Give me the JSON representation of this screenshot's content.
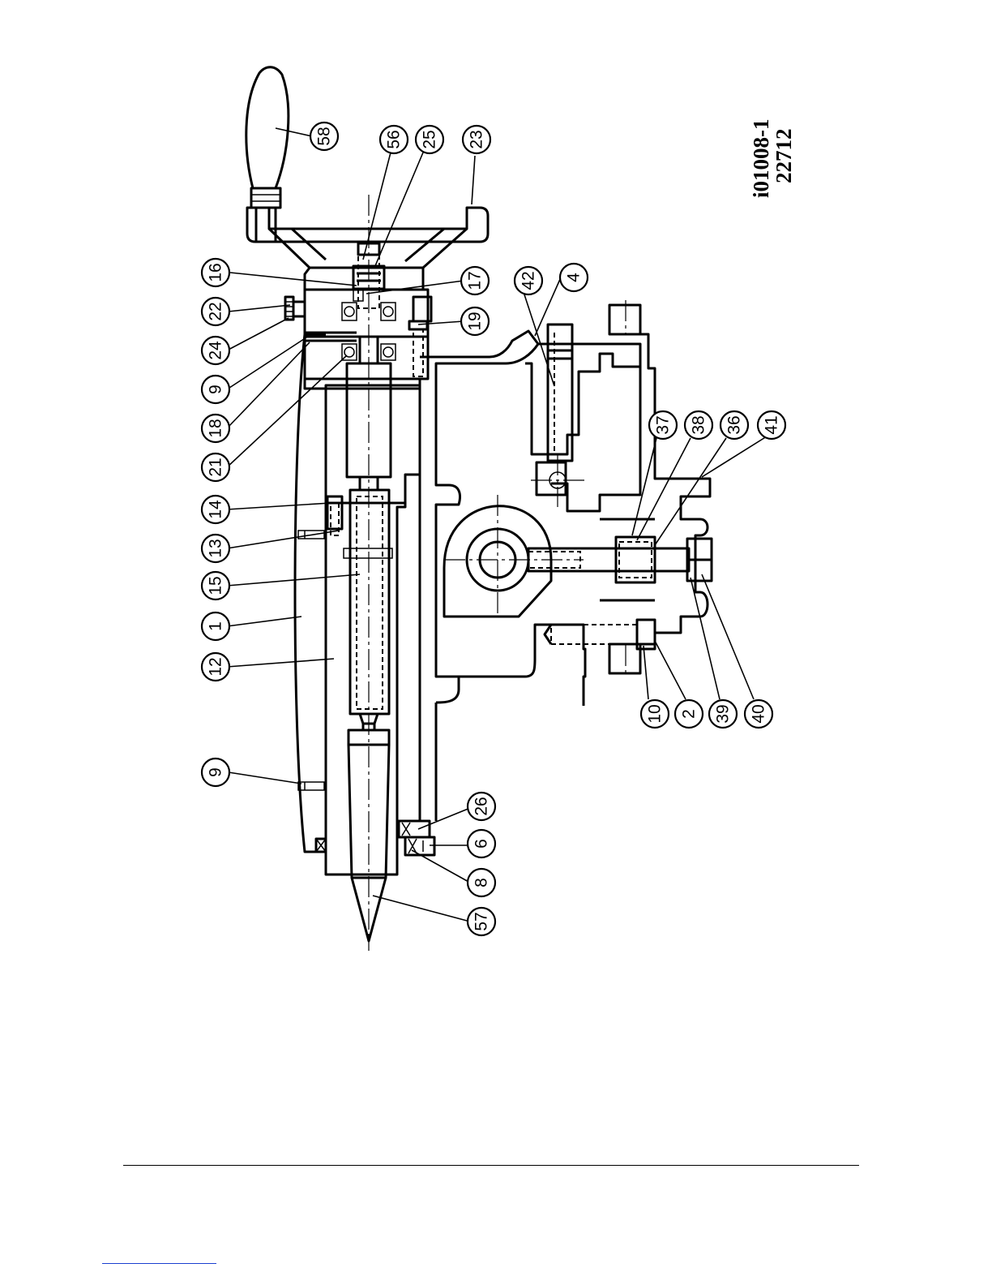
{
  "drawing": {
    "codes": [
      "i01008-1",
      "22712"
    ],
    "callouts": [
      {
        "label": "58"
      },
      {
        "label": "56"
      },
      {
        "label": "25"
      },
      {
        "label": "23"
      },
      {
        "label": "16"
      },
      {
        "label": "17"
      },
      {
        "label": "22"
      },
      {
        "label": "19"
      },
      {
        "label": "24"
      },
      {
        "label": "9"
      },
      {
        "label": "18"
      },
      {
        "label": "21"
      },
      {
        "label": "42"
      },
      {
        "label": "4"
      },
      {
        "label": "14"
      },
      {
        "label": "37"
      },
      {
        "label": "38"
      },
      {
        "label": "36"
      },
      {
        "label": "41"
      },
      {
        "label": "13"
      },
      {
        "label": "15"
      },
      {
        "label": "1"
      },
      {
        "label": "12"
      },
      {
        "label": "10"
      },
      {
        "label": "2"
      },
      {
        "label": "39"
      },
      {
        "label": "40"
      },
      {
        "label": "9"
      },
      {
        "label": "26"
      },
      {
        "label": "6"
      },
      {
        "label": "8"
      },
      {
        "label": "57"
      }
    ]
  }
}
